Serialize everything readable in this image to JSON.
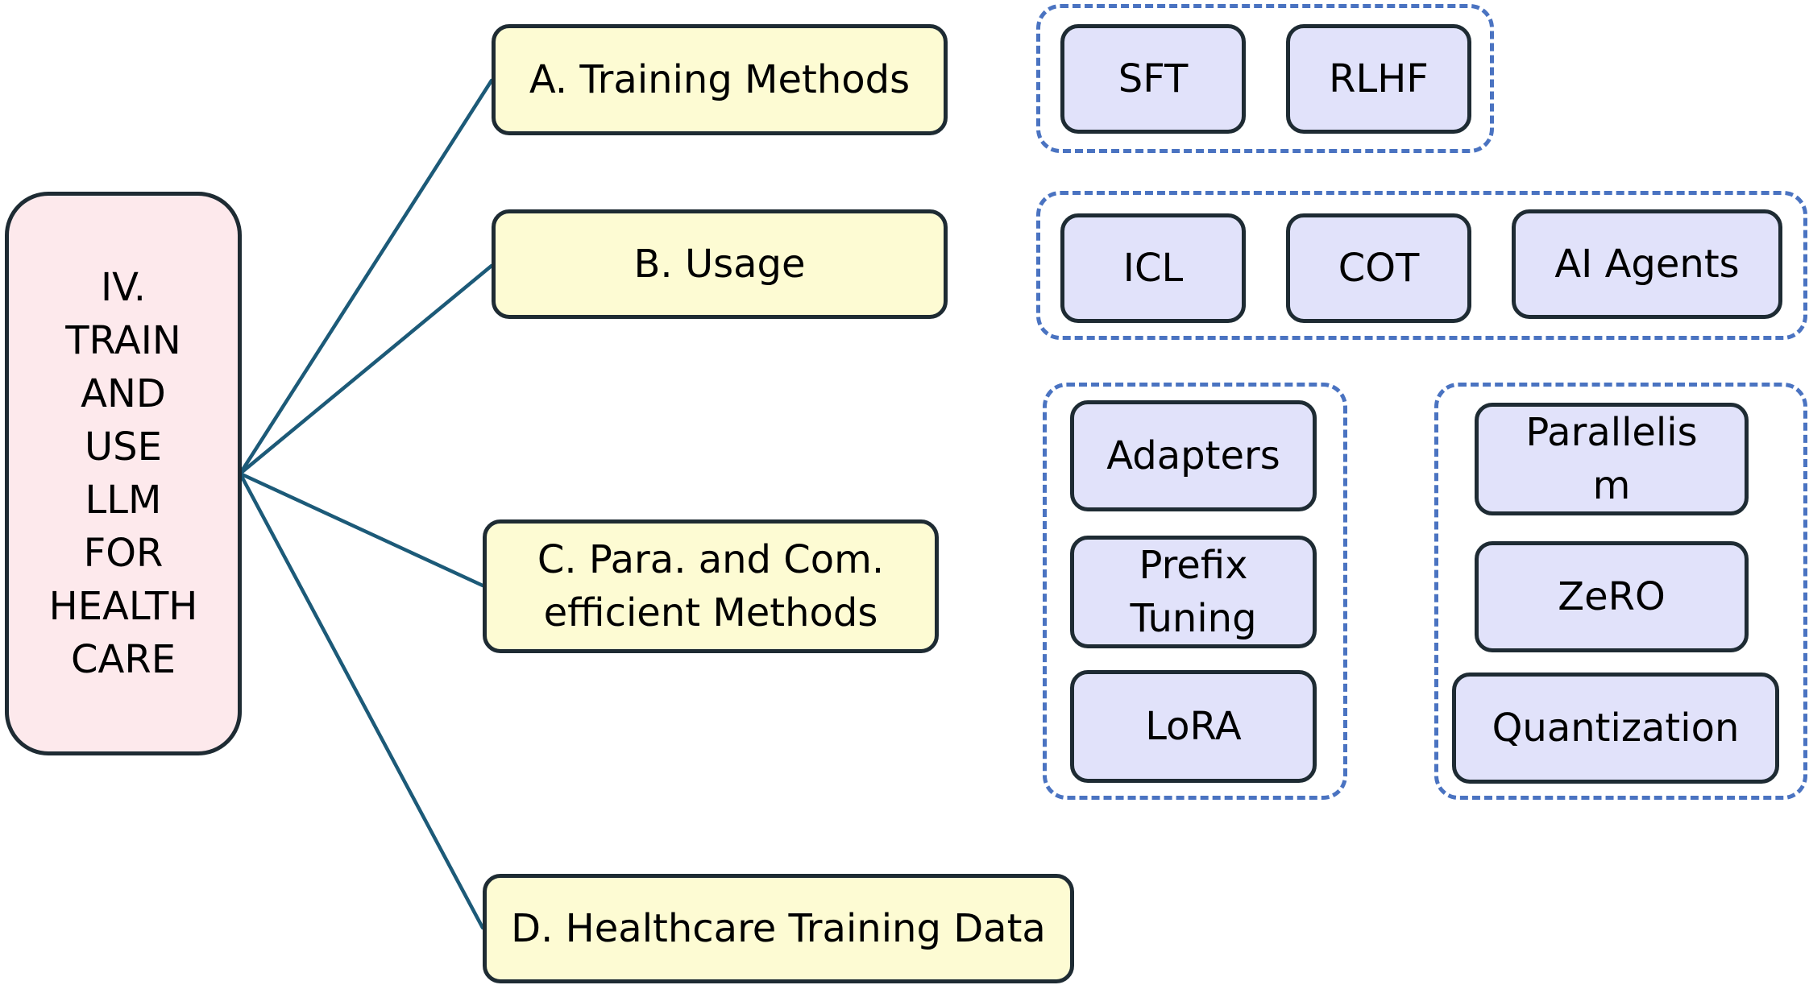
{
  "colors": {
    "root_fill": "#fde9ec",
    "category_fill": "#fdfbd3",
    "leaf_fill": "#e1e2fa",
    "box_border": "#1e2b33",
    "group_border": "#4a73c1",
    "connector": "#1c5a78"
  },
  "root": {
    "lines": [
      "IV.",
      "TRAIN",
      "AND",
      "USE",
      "LLM",
      "FOR",
      "HEALTH",
      "CARE"
    ]
  },
  "categories": {
    "a": {
      "lines": [
        "A. Training Methods"
      ]
    },
    "b": {
      "lines": [
        "B. Usage"
      ]
    },
    "c": {
      "lines": [
        "C. Para. and Com.",
        "efficient Methods"
      ]
    },
    "d": {
      "lines": [
        "D. Healthcare Training Data"
      ]
    }
  },
  "leaves": {
    "sft": {
      "lines": [
        "SFT"
      ]
    },
    "rlhf": {
      "lines": [
        "RLHF"
      ]
    },
    "icl": {
      "lines": [
        "ICL"
      ]
    },
    "cot": {
      "lines": [
        "COT"
      ]
    },
    "ai_agents": {
      "lines": [
        "AI Agents"
      ]
    },
    "adapters": {
      "lines": [
        "Adapters"
      ]
    },
    "prefix_tuning": {
      "lines": [
        "Prefix",
        "Tuning"
      ]
    },
    "lora": {
      "lines": [
        "LoRA"
      ]
    },
    "parallelism": {
      "lines": [
        "Parallelis",
        "m"
      ]
    },
    "zero": {
      "lines": [
        "ZeRO"
      ]
    },
    "quantization": {
      "lines": [
        "Quantization"
      ]
    }
  }
}
